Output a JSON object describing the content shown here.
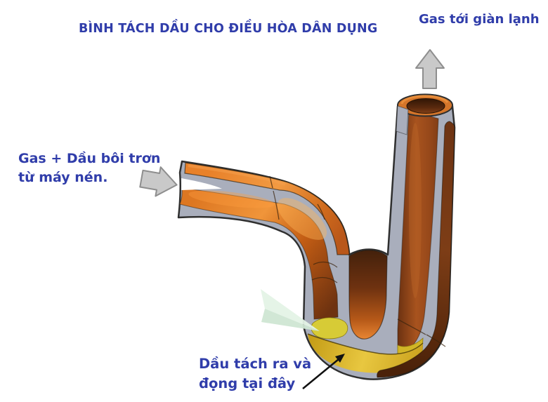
{
  "title": "BÌNH TÁCH DẦU CHO ĐIỀU HÒA DÂN DỤNG",
  "labels": {
    "outlet": "Gas tới giàn lạnh",
    "inlet_line1": "Gas + Dầu bôi trơn",
    "inlet_line2": "từ máy nén.",
    "oil_line1": "Dầu tách ra và",
    "oil_line2": "đọng tại đây"
  },
  "colors": {
    "label_blue": "#303daa",
    "copper_outer": "#d9731f",
    "copper_interior_dark": "#7e3a12",
    "cut_face_gray": "#a9aebc",
    "oil_yellow": "#dcb72b",
    "flow_arrow_gray": "#c9c9c9",
    "pointer_black": "#111111",
    "wedge_green": "#dcefde",
    "background": "#ffffff"
  },
  "icons": {
    "outlet_arrow": "up-arrow",
    "inlet_arrow": "right-arrow",
    "oil_pointer": "thin-black-arrow",
    "oil_wedge": "green-pointer-wedge"
  }
}
